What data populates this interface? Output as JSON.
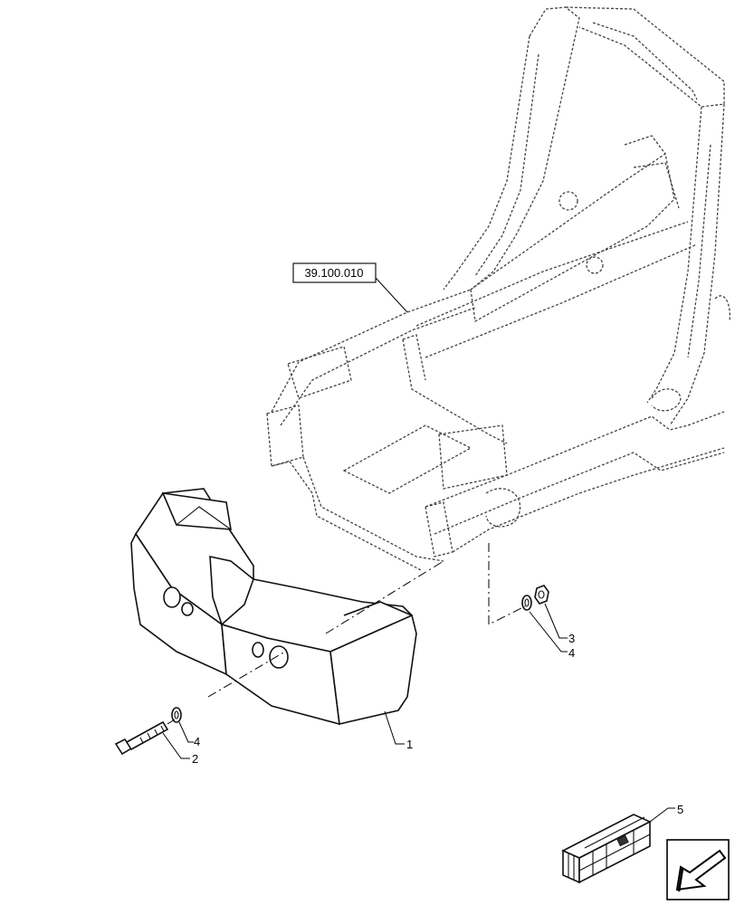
{
  "reference_label": "39.100.010",
  "callouts": {
    "weight": "1",
    "bolt": "2",
    "nut": "3",
    "washer_front": "4",
    "washer_rear": "4",
    "kit": "5"
  },
  "icons": {
    "kit_box": "crate-icon",
    "navigation": "arrow-left-down-icon"
  }
}
